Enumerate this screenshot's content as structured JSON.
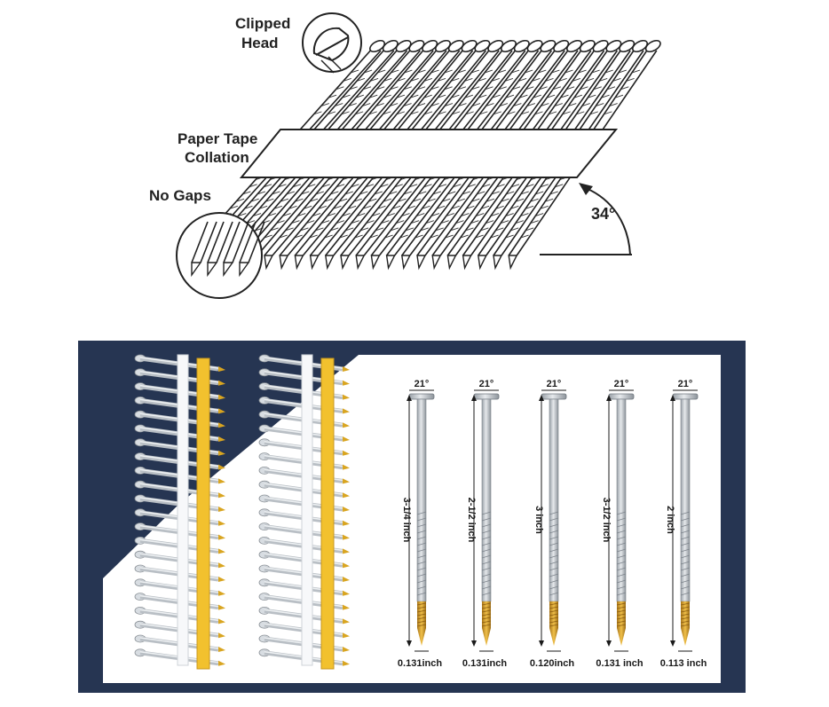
{
  "diagram": {
    "labels": {
      "clipped_head_line1": "Clipped",
      "clipped_head_line2": "Head",
      "paper_tape_line1": "Paper Tape",
      "paper_tape_line2": "Collation",
      "no_gaps": "No Gaps",
      "angle": "34°"
    }
  },
  "nails": [
    {
      "angle": "21°",
      "length": "3-1/4 inch",
      "diameter": "0.131inch"
    },
    {
      "angle": "21°",
      "length": "2-1/2 inch",
      "diameter": "0.131inch"
    },
    {
      "angle": "21°",
      "length": "3 inch",
      "diameter": "0.120inch"
    },
    {
      "angle": "21°",
      "length": "3-1/2 inch",
      "diameter": "0.131 inch"
    },
    {
      "angle": "21°",
      "length": "2 inch",
      "diameter": "0.113 inch"
    }
  ],
  "colors": {
    "navy_background": "#263552",
    "galvanized": "#c9ced3",
    "brass_tip": "#d9a520",
    "tape_yellow": "#f2c12e",
    "line_art": "#222222"
  }
}
